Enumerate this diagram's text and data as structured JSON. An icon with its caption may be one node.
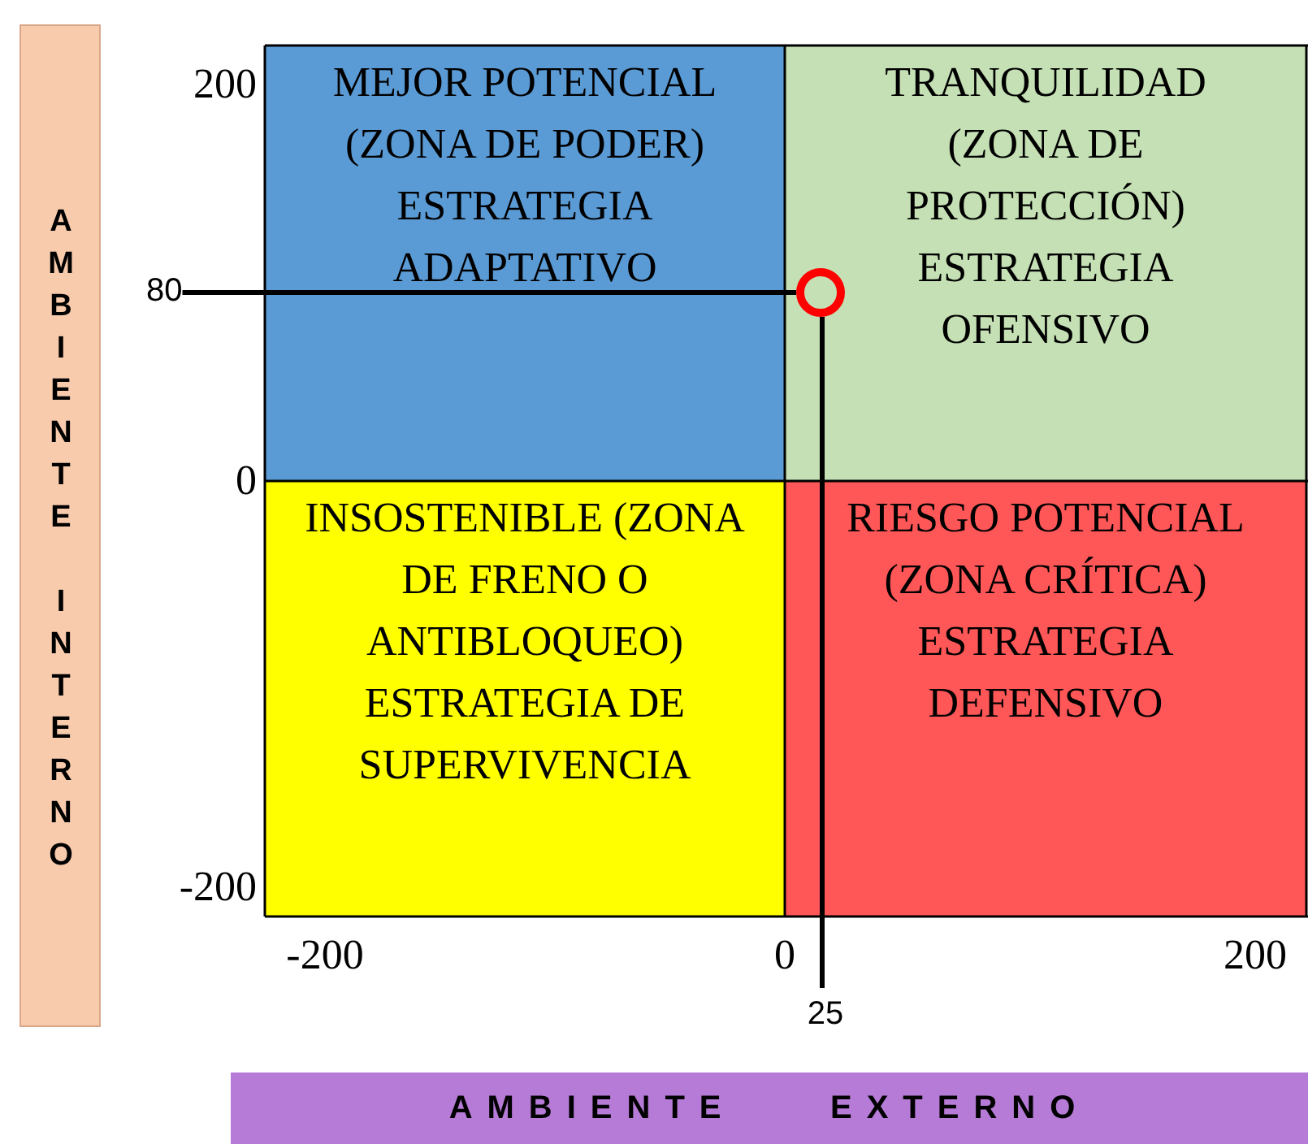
{
  "diagram": {
    "nodes": [
      {
        "text": [
          "AMBIENTE INTERNO"
        ]
      },
      {
        "text": [
          "MEJOR POTENCIAL (ZONA DE PODER)",
          "ESTRATEGIA ADAPTATIVO"
        ]
      },
      {
        "text": [
          "TRANQUILIDAD (ZONA DE PROTECCIÓN)",
          "ESTRATEGIA OFENSIVO"
        ]
      },
      {
        "text": [
          "INSOSTENIBLE (ZONA DE FRENO O ANTIBLOQUEO)",
          "ESTRATEGIA DE SUPERVIVENCIA"
        ]
      },
      {
        "text": [
          "RIESGO POTENCIAL (ZONA CRÍTICA)",
          "ESTRATEGIA DEFENSIVO"
        ]
      },
      {
        "text": [
          "80"
        ]
      },
      {
        "text": [],
        "shape": "circle",
        "in": 2
      },
      {
        "text": [
          "25"
        ]
      },
      {
        "text": [
          "AMBIENTE EXTERNO"
        ]
      }
    ],
    "edges": [
      {
        "from": 5,
        "to": 6,
        "arrow": "none"
      },
      {
        "from": 7,
        "to": 6,
        "arrow": "none"
      }
    ],
    "labels": [
      "200",
      "0",
      "-200",
      "-200",
      "0",
      "200"
    ]
  }
}
